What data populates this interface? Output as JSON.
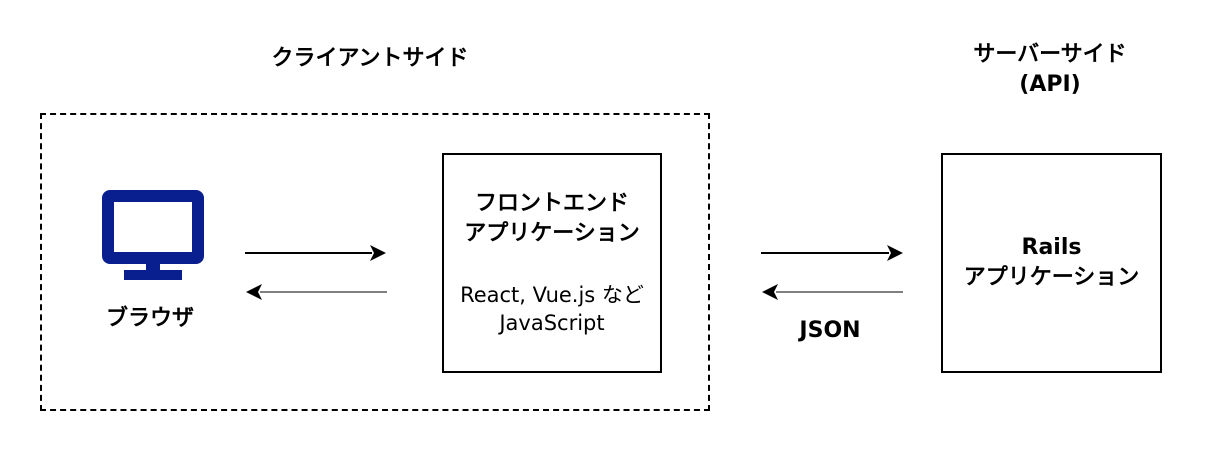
{
  "diagram": {
    "client_side_label": "クライアントサイド",
    "server_side_label_line1": "サーバーサイド",
    "server_side_label_line2": "(API)",
    "browser": {
      "label": "ブラウザ",
      "icon": "monitor-icon",
      "icon_color": "#0a1f8f"
    },
    "frontend": {
      "title_line1": "フロントエンド",
      "title_line2": "アプリケーション",
      "sub_line1": "React, Vue.js など",
      "sub_line2": "JavaScript"
    },
    "rails": {
      "title_line1": "Rails",
      "title_line2": "アプリケーション"
    },
    "json_label": "JSON",
    "arrow_colors": {
      "request": "#000000",
      "response": "#808080"
    }
  }
}
